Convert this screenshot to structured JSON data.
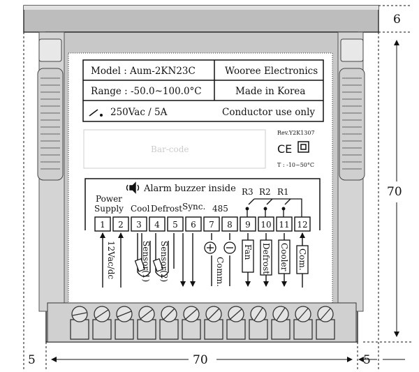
{
  "label": {
    "model": "Model : Aum-2KN23C",
    "maker": "Wooree Electronics",
    "range": "Range : -50.0~100.0°C",
    "origin": "Made in Korea",
    "rating": "250Vac / 5A",
    "conductor": "Conductor use only",
    "barcode": "Bar-code",
    "rev": "Rev.Y2K1307",
    "ce": "CE",
    "temp": "T : -10~50°C"
  },
  "wiring": {
    "alarm": "Alarm buzzer inside",
    "power": "Power",
    "supply": "Supply",
    "cool": "Cool",
    "defrost": "Defrost",
    "sync": "Sync.",
    "rs485": "485",
    "r3": "R3",
    "r2": "R2",
    "r1": "R1",
    "terminals": [
      "1",
      "2",
      "3",
      "4",
      "5",
      "6",
      "7",
      "8",
      "9",
      "10",
      "11",
      "12"
    ],
    "v12": "12Vac/dc",
    "sensor1": "Sensor(1)",
    "sensor2": "Sensor(2)",
    "comm": "Comm.",
    "fan": "Fan",
    "defrost_out": "Defrost",
    "cooler": "Cooler",
    "com": "Com."
  },
  "dimensions": {
    "top": "6",
    "right": "70",
    "bottom": "70",
    "left_margin": "5",
    "right_margin": "5"
  }
}
